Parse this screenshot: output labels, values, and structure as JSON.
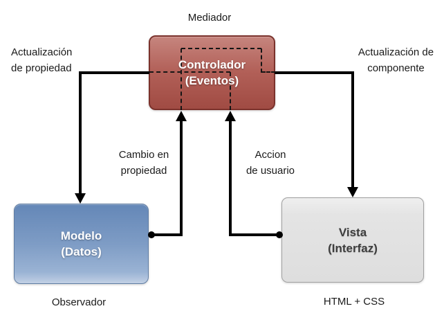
{
  "diagram": {
    "mediator_caption": "Mediador",
    "nodes": {
      "controller": {
        "title": "Controlador\n(Eventos)"
      },
      "model": {
        "title": "Modelo\n(Datos)",
        "caption": "Observador"
      },
      "view": {
        "title": "Vista\n(Interfaz)",
        "caption": "HTML + CSS"
      }
    },
    "edges": {
      "update_property": "Actualización\nde propiedad",
      "update_component": "Actualización de\ncomponente",
      "change_property": "Cambio en\npropiedad",
      "user_action": "Accion\nde usuario"
    },
    "colors": {
      "controller_fill_top": "#c6857e",
      "controller_fill_mid": "#b26058",
      "controller_fill_bottom": "#a04b43",
      "controller_border": "#7b322c",
      "model_fill_top": "#6487b7",
      "model_fill_mid": "#7e9cc5",
      "model_fill_bottom": "#c2d0e4",
      "model_border": "#5f7ca2",
      "view_fill_top": "#efefef",
      "view_fill_bottom": "#dedede",
      "view_border": "#a0a0a0",
      "line": "#000000",
      "label_text": "#1a1a1a",
      "node_text_light": "#ffffff",
      "view_text": "#3e3e3e"
    }
  }
}
